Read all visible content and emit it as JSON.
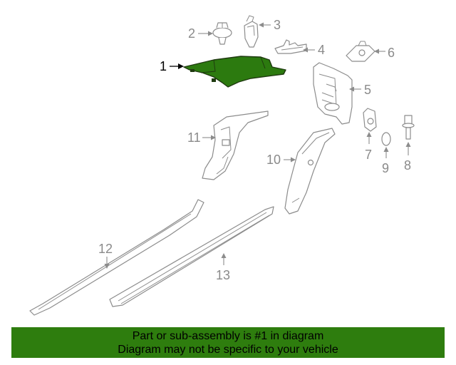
{
  "callouts": {
    "c1": "1",
    "c2": "2",
    "c3": "3",
    "c4": "4",
    "c5": "5",
    "c6": "6",
    "c7": "7",
    "c8": "8",
    "c9": "9",
    "c10": "10",
    "c11": "11",
    "c12": "12",
    "c13": "13"
  },
  "highlighted_part": "1",
  "colors": {
    "highlight_fill": "#2c7a0f",
    "banner_background": "#2e7d0e",
    "line_gray": "#8c8c8c",
    "text_gray": "#8a8a8a"
  },
  "banner": {
    "line1": "Part or sub-assembly is #1 in diagram",
    "line2": "Diagram may not be specific to your vehicle"
  }
}
